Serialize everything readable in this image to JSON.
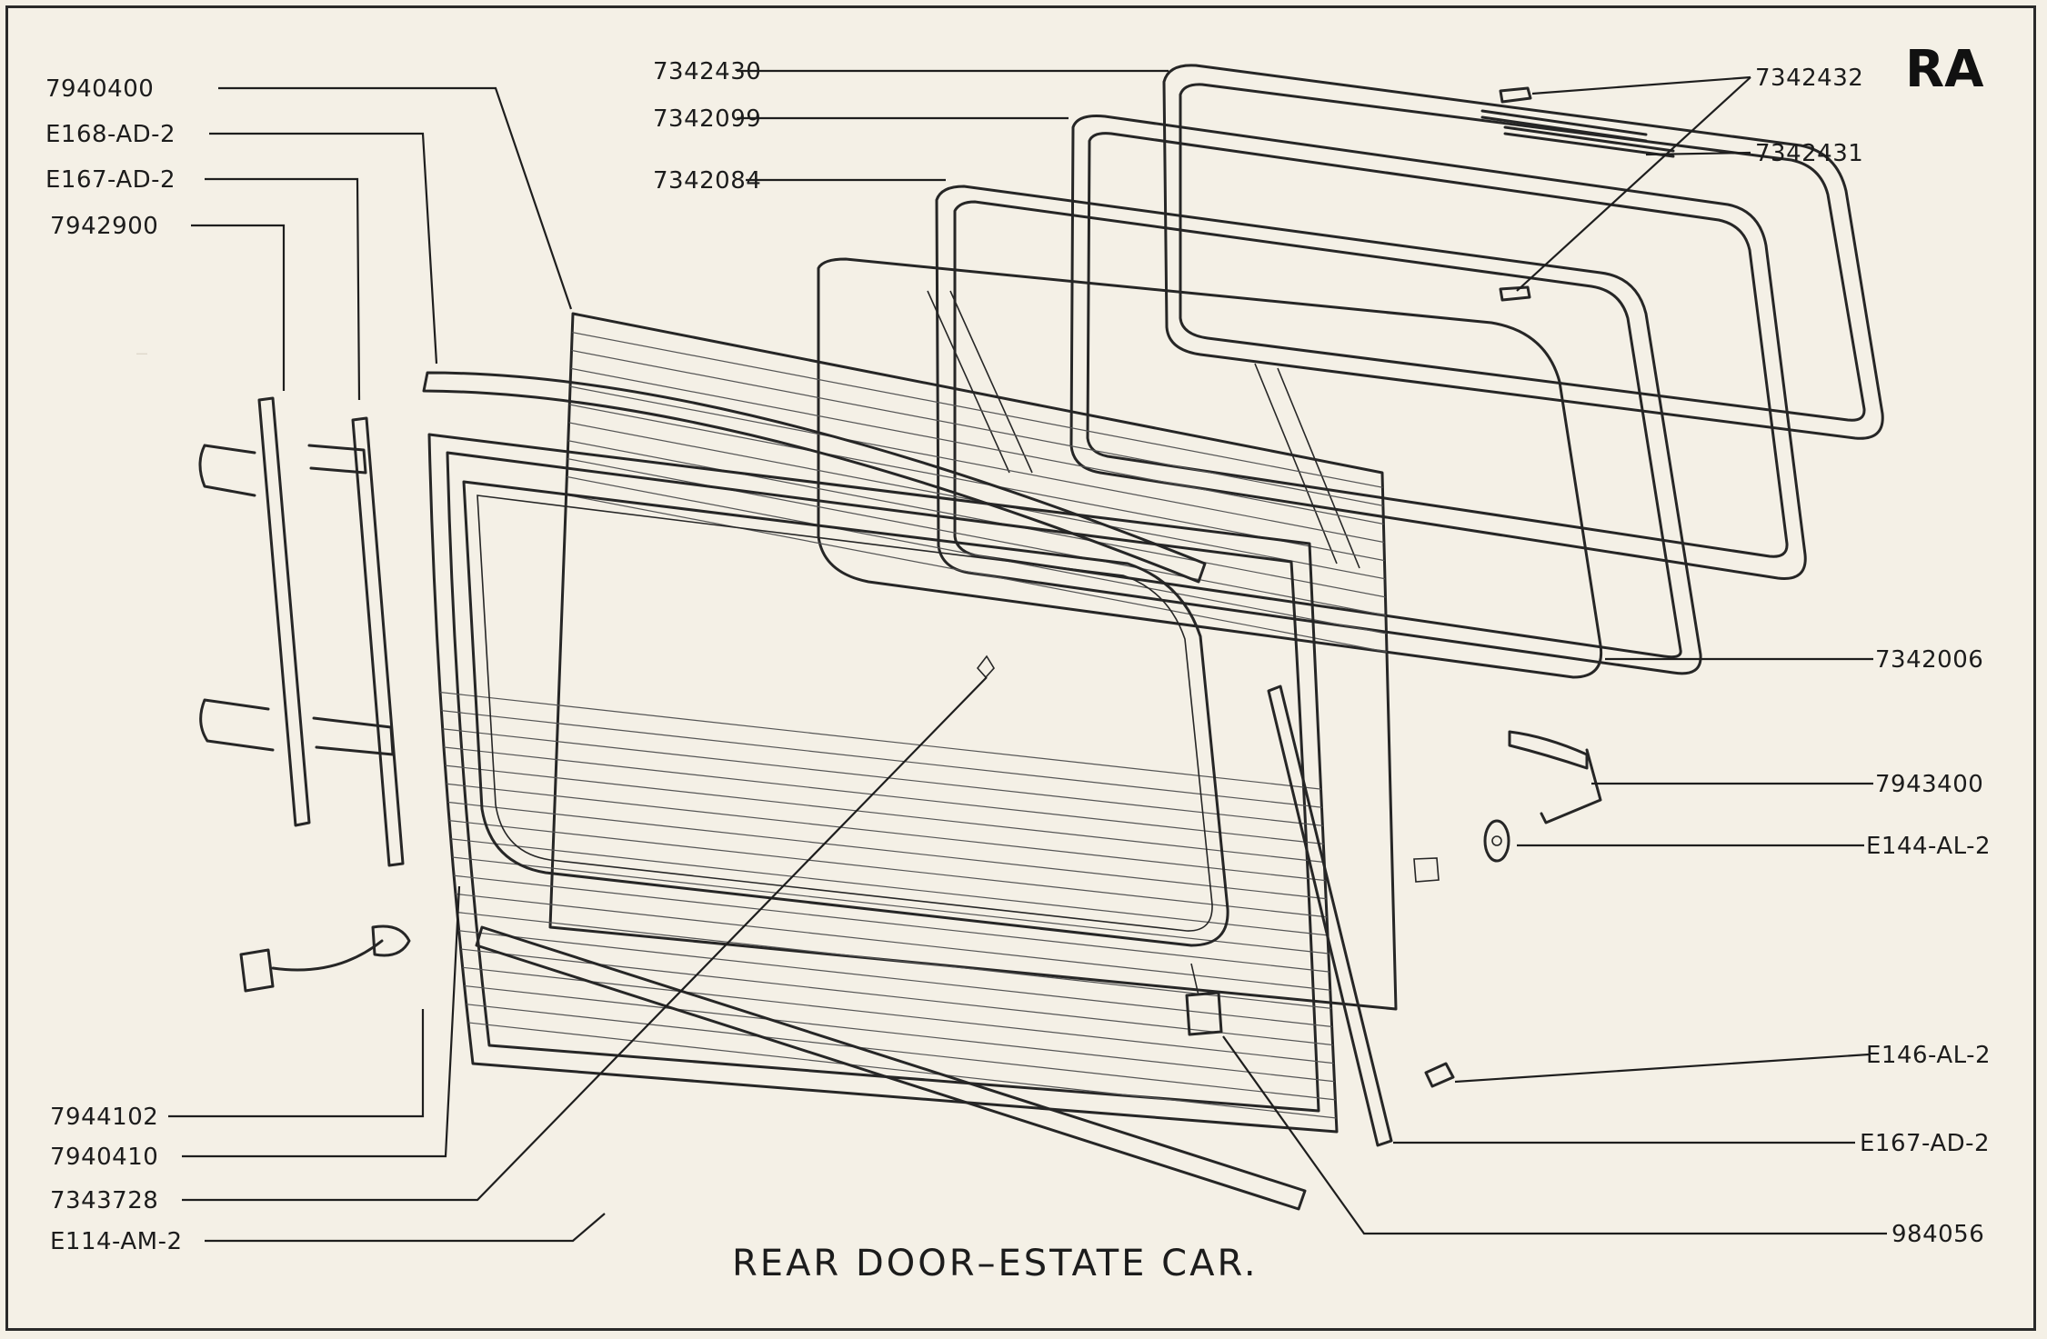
{
  "section_code": "RA",
  "caption": "REAR DOOR–ESTATE CAR.",
  "callouts": {
    "c7940400": "7940400",
    "e168ad2": "E168-AD-2",
    "e167ad2_left": "E167-AD-2",
    "c7942900": "7942900",
    "c7944102": "7944102",
    "c7940410": "7940410",
    "c7343728": "7343728",
    "e114am2": "E114-AM-2",
    "c7342430": "7342430",
    "c7342099": "7342099",
    "c7342084": "7342084",
    "c7342432": "7342432",
    "c7342431": "7342431",
    "c7342006": "7342006",
    "c7943400": "7943400",
    "e144al2": "E144-AL-2",
    "e146al2": "E146-AL-2",
    "e167ad2_right": "E167-AD-2",
    "c984056": "984056"
  }
}
